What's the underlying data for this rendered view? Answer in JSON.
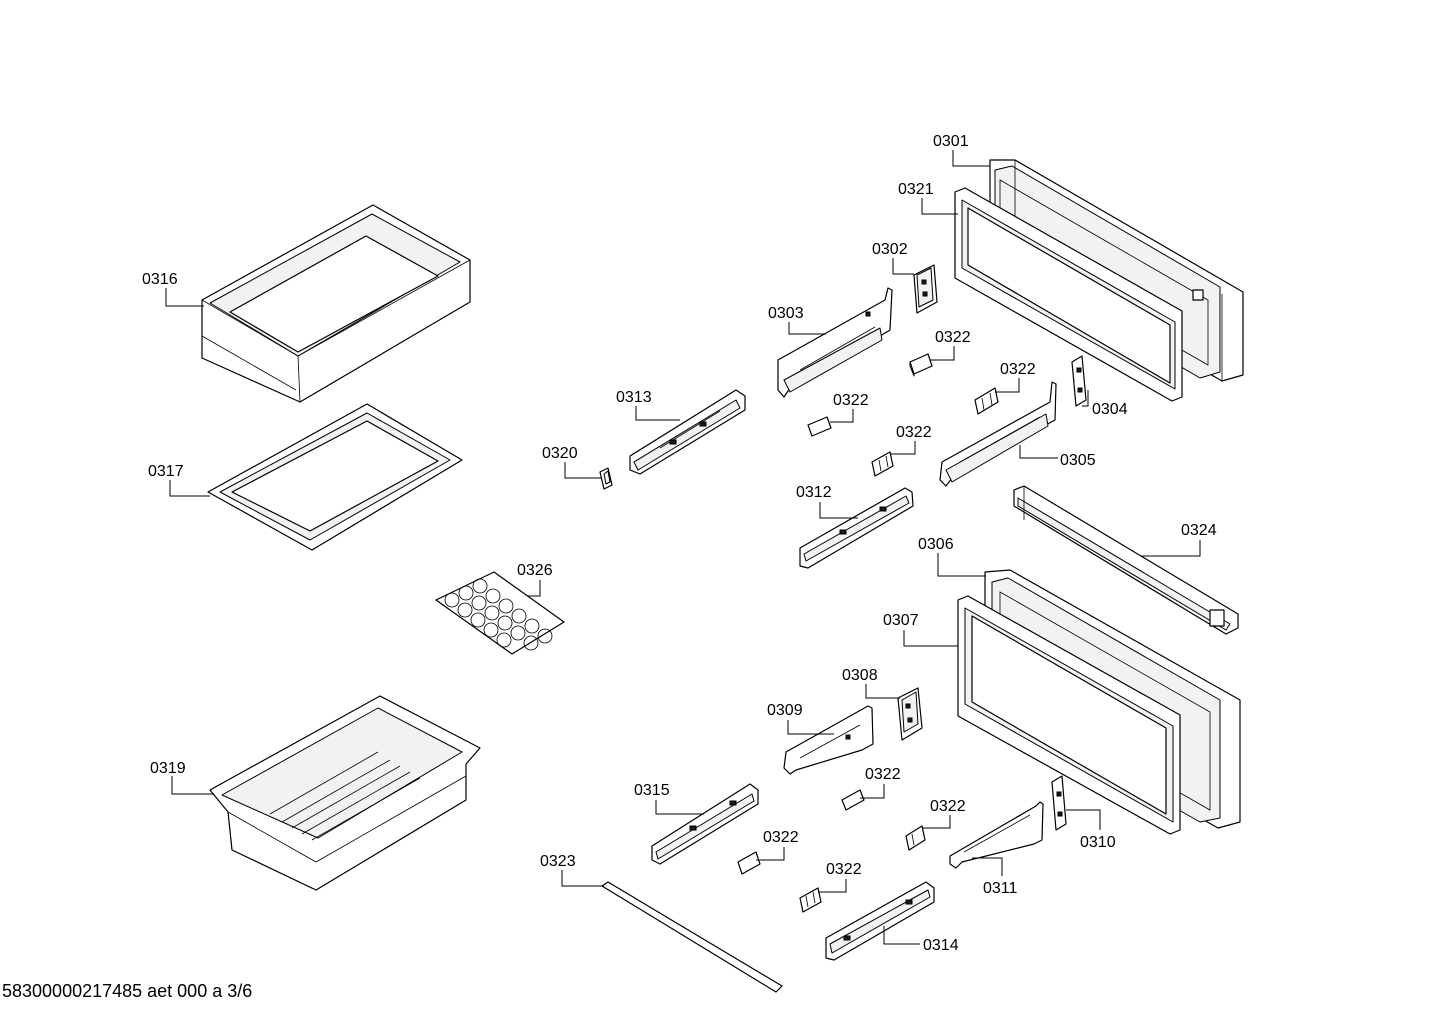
{
  "document_reference": "58300000217485 aet 000 a 3/6",
  "callouts": {
    "c0301": "0301",
    "c0321": "0321",
    "c0302": "0302",
    "c0303": "0303",
    "c0322a": "0322",
    "c0322b": "0322",
    "c0322c": "0322",
    "c0322d": "0322",
    "c0322e": "0322",
    "c0322f": "0322",
    "c0322g": "0322",
    "c0322h": "0322",
    "c0304": "0304",
    "c0305": "0305",
    "c0313": "0313",
    "c0320": "0320",
    "c0312": "0312",
    "c0316": "0316",
    "c0317": "0317",
    "c0326": "0326",
    "c0324": "0324",
    "c0306": "0306",
    "c0307": "0307",
    "c0308": "0308",
    "c0309": "0309",
    "c0319": "0319",
    "c0315": "0315",
    "c0310": "0310",
    "c0311": "0311",
    "c0323": "0323",
    "c0314": "0314"
  }
}
